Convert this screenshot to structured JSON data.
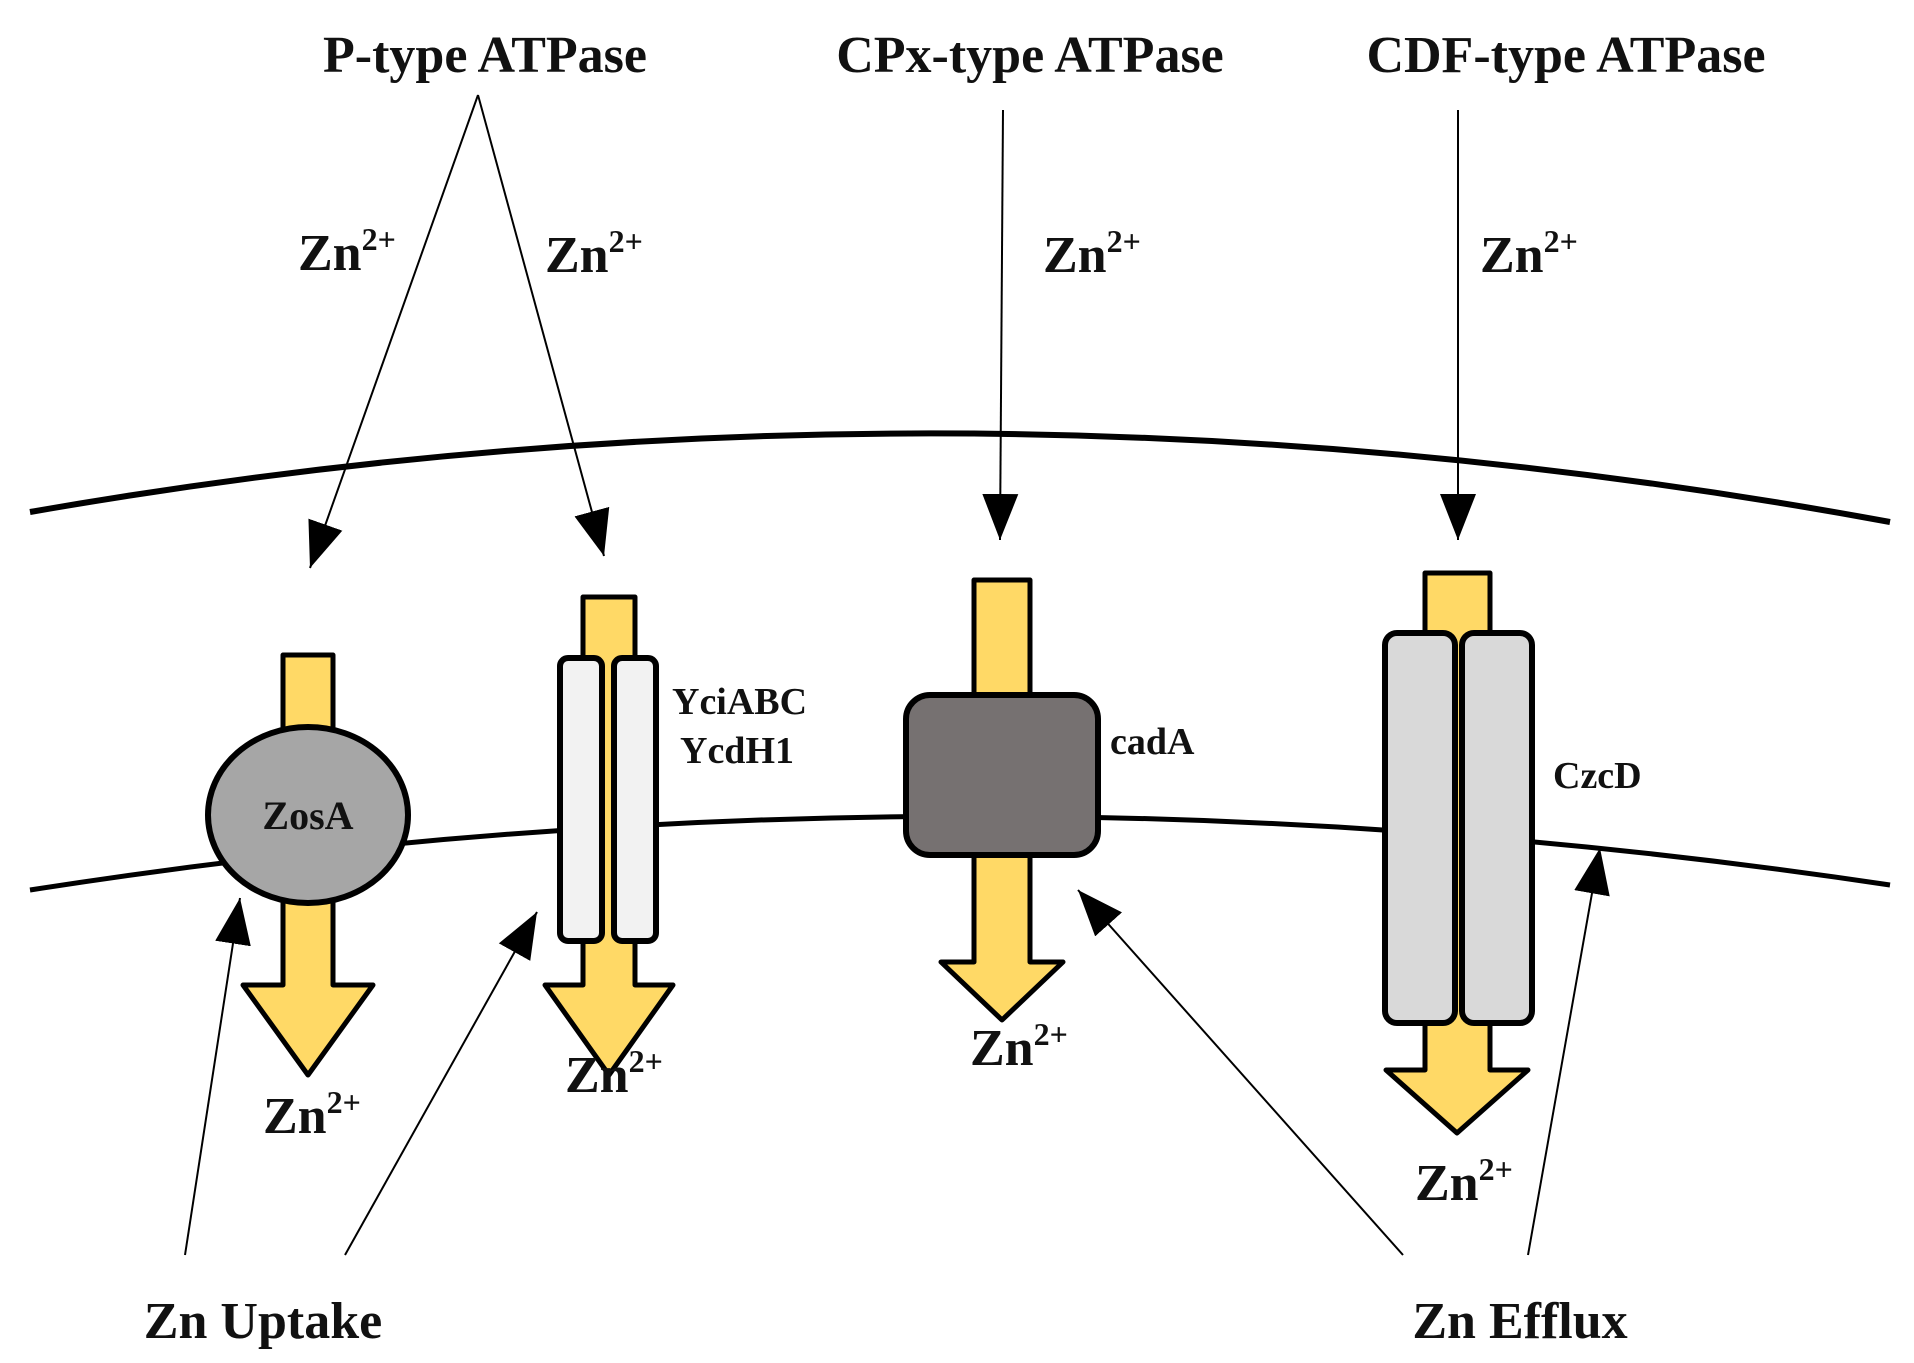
{
  "transporter_types": {
    "p_type": "P-type ATPase",
    "cpx_type": "CPx-type ATPase",
    "cdf_type": "CDF-type ATPase"
  },
  "ion": {
    "base": "Zn",
    "charge": "2+"
  },
  "transporters": {
    "zosa": "ZosA",
    "yci_abc": "YciABC",
    "ycd_h1": "YcdH1",
    "cada": "cadA",
    "czcd": "CzcD"
  },
  "processes": {
    "uptake": "Zn Uptake",
    "efflux": "Zn Efflux"
  },
  "colors": {
    "zinc_arrow": "#FFD966",
    "zosa_fill": "#A6A6A6",
    "ycia_fill": "#F2F2F2",
    "cada_fill": "#767171",
    "czcd_fill": "#D9D9D9",
    "outline": "#000000"
  }
}
